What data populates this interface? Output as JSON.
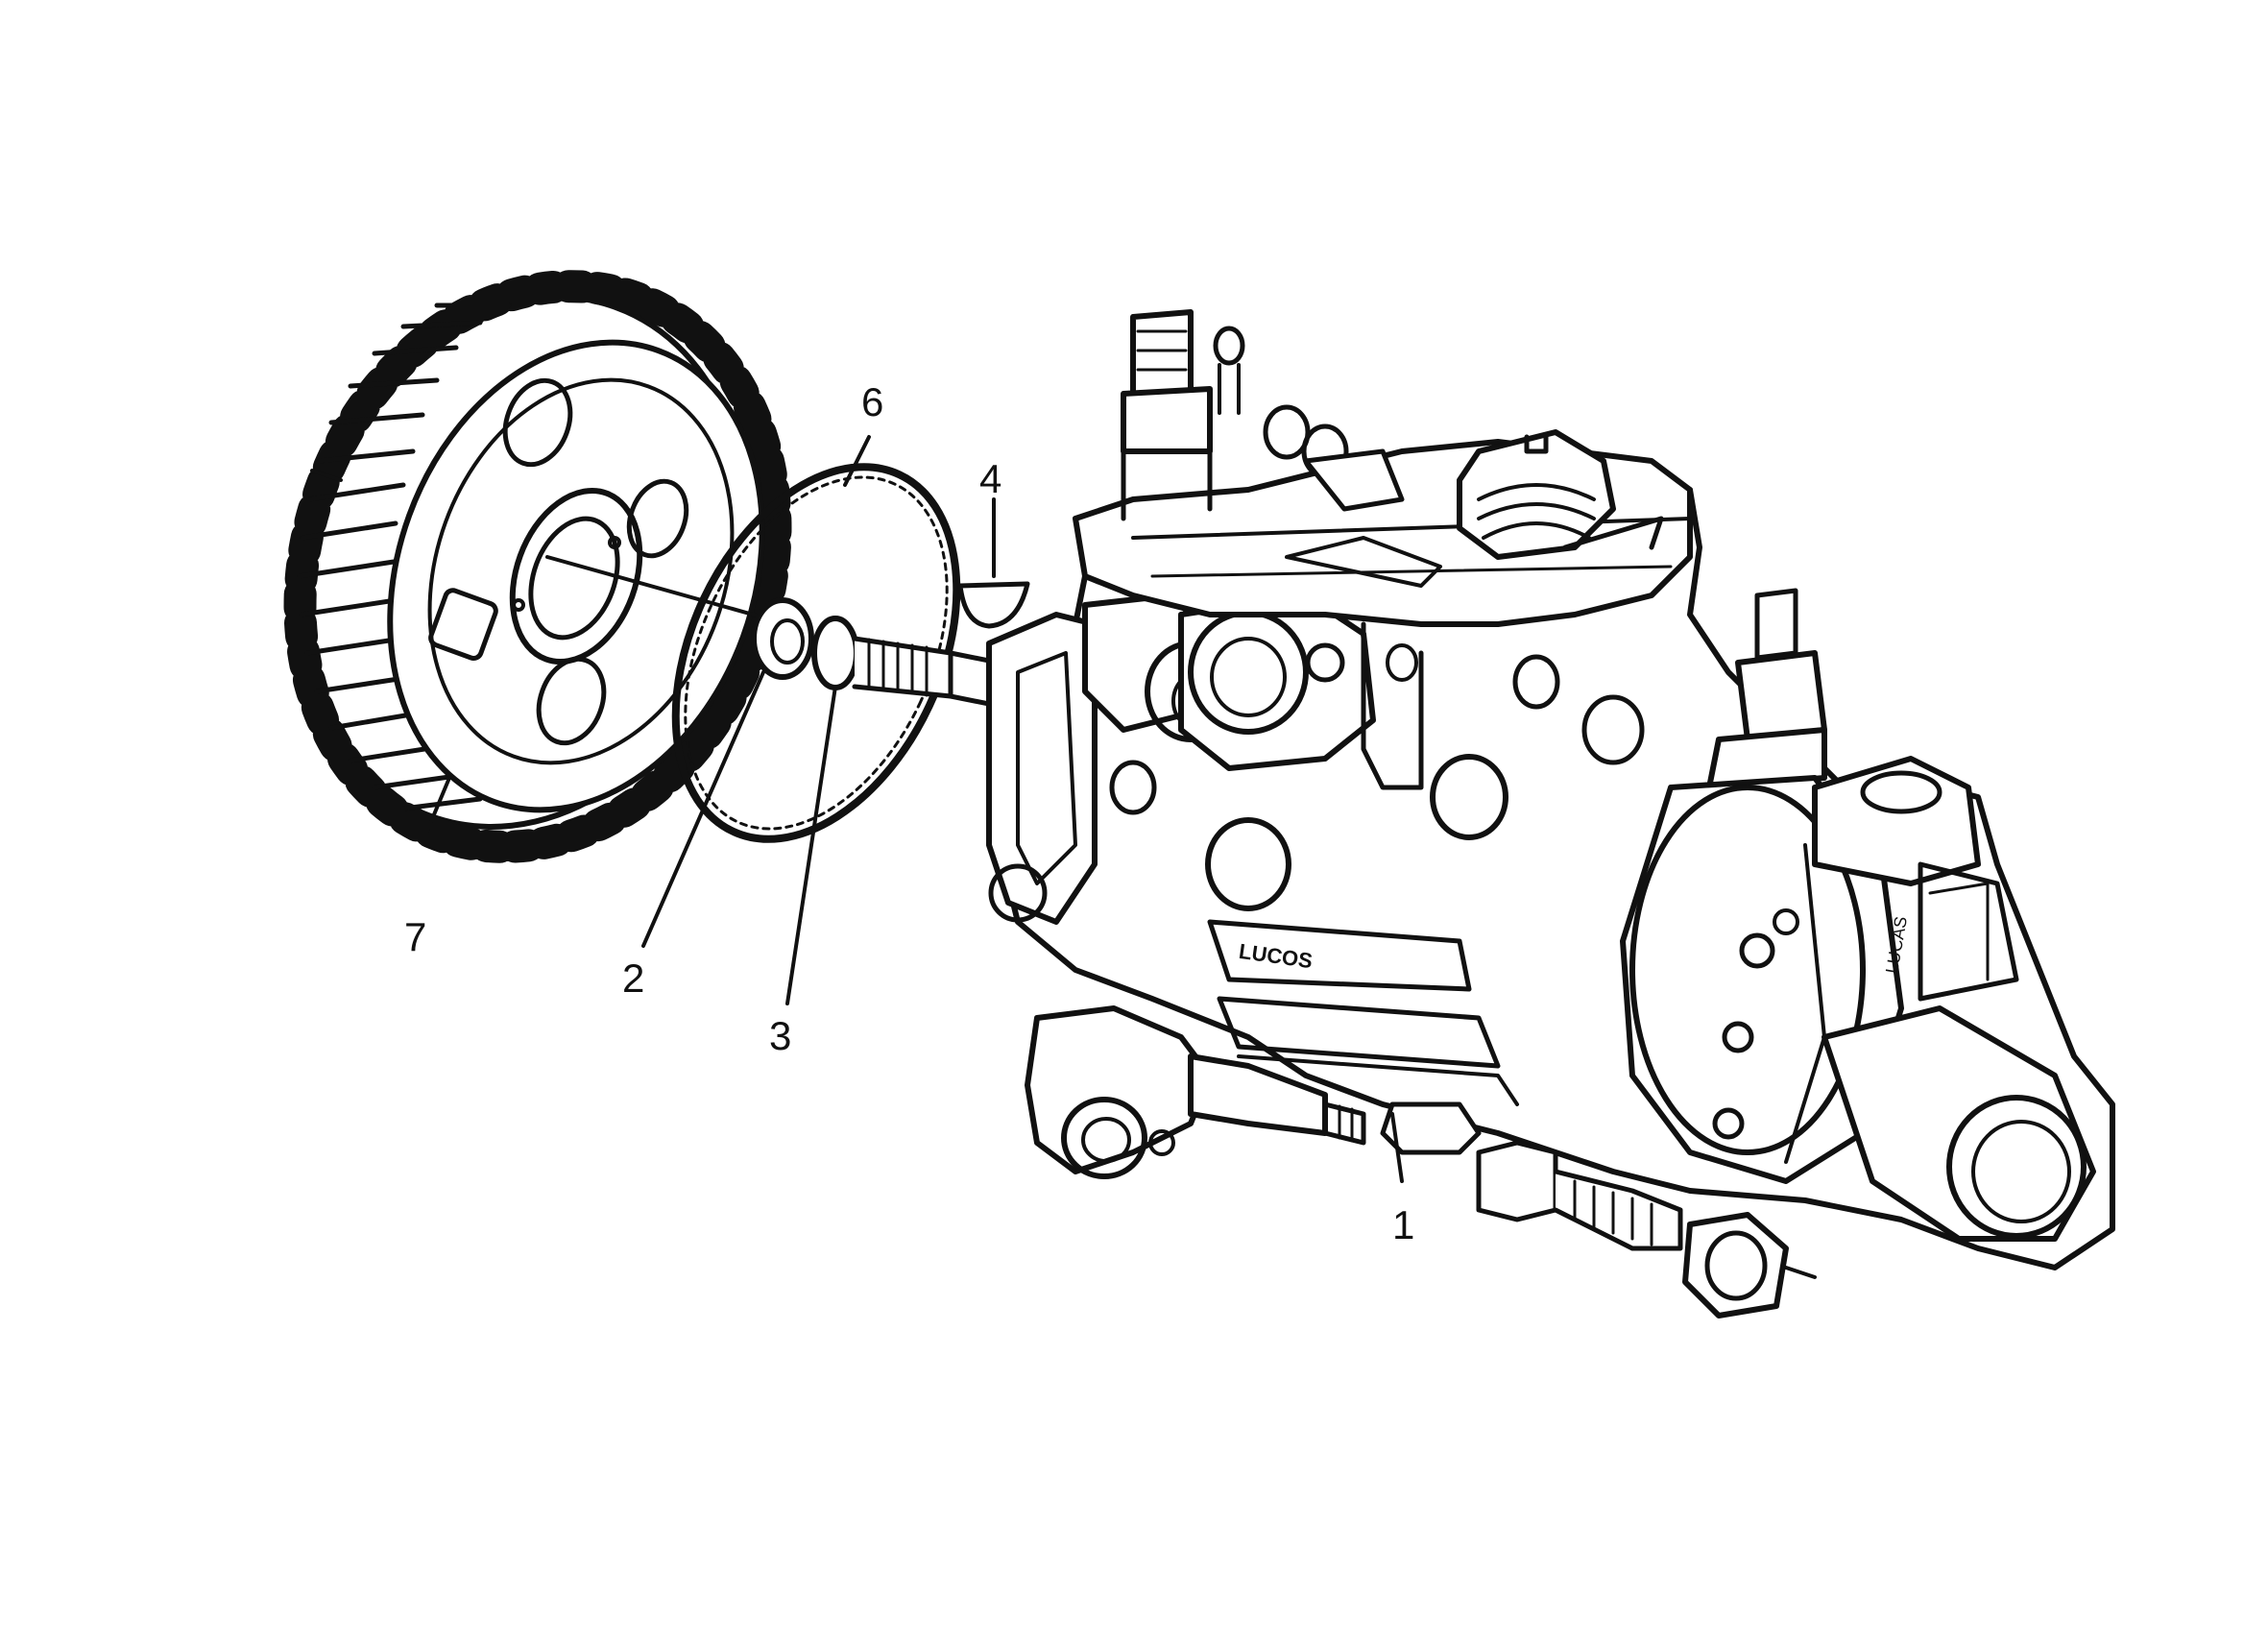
{
  "colors": {
    "ink": "#111111",
    "paper": "#ffffff"
  },
  "diagram": {
    "body_marking": "LUCOS",
    "side_marking": "LUCAS",
    "callouts": {
      "c1": "1",
      "c2": "2",
      "c3": "3",
      "c4": "4",
      "c6": "6",
      "c7": "7"
    }
  }
}
